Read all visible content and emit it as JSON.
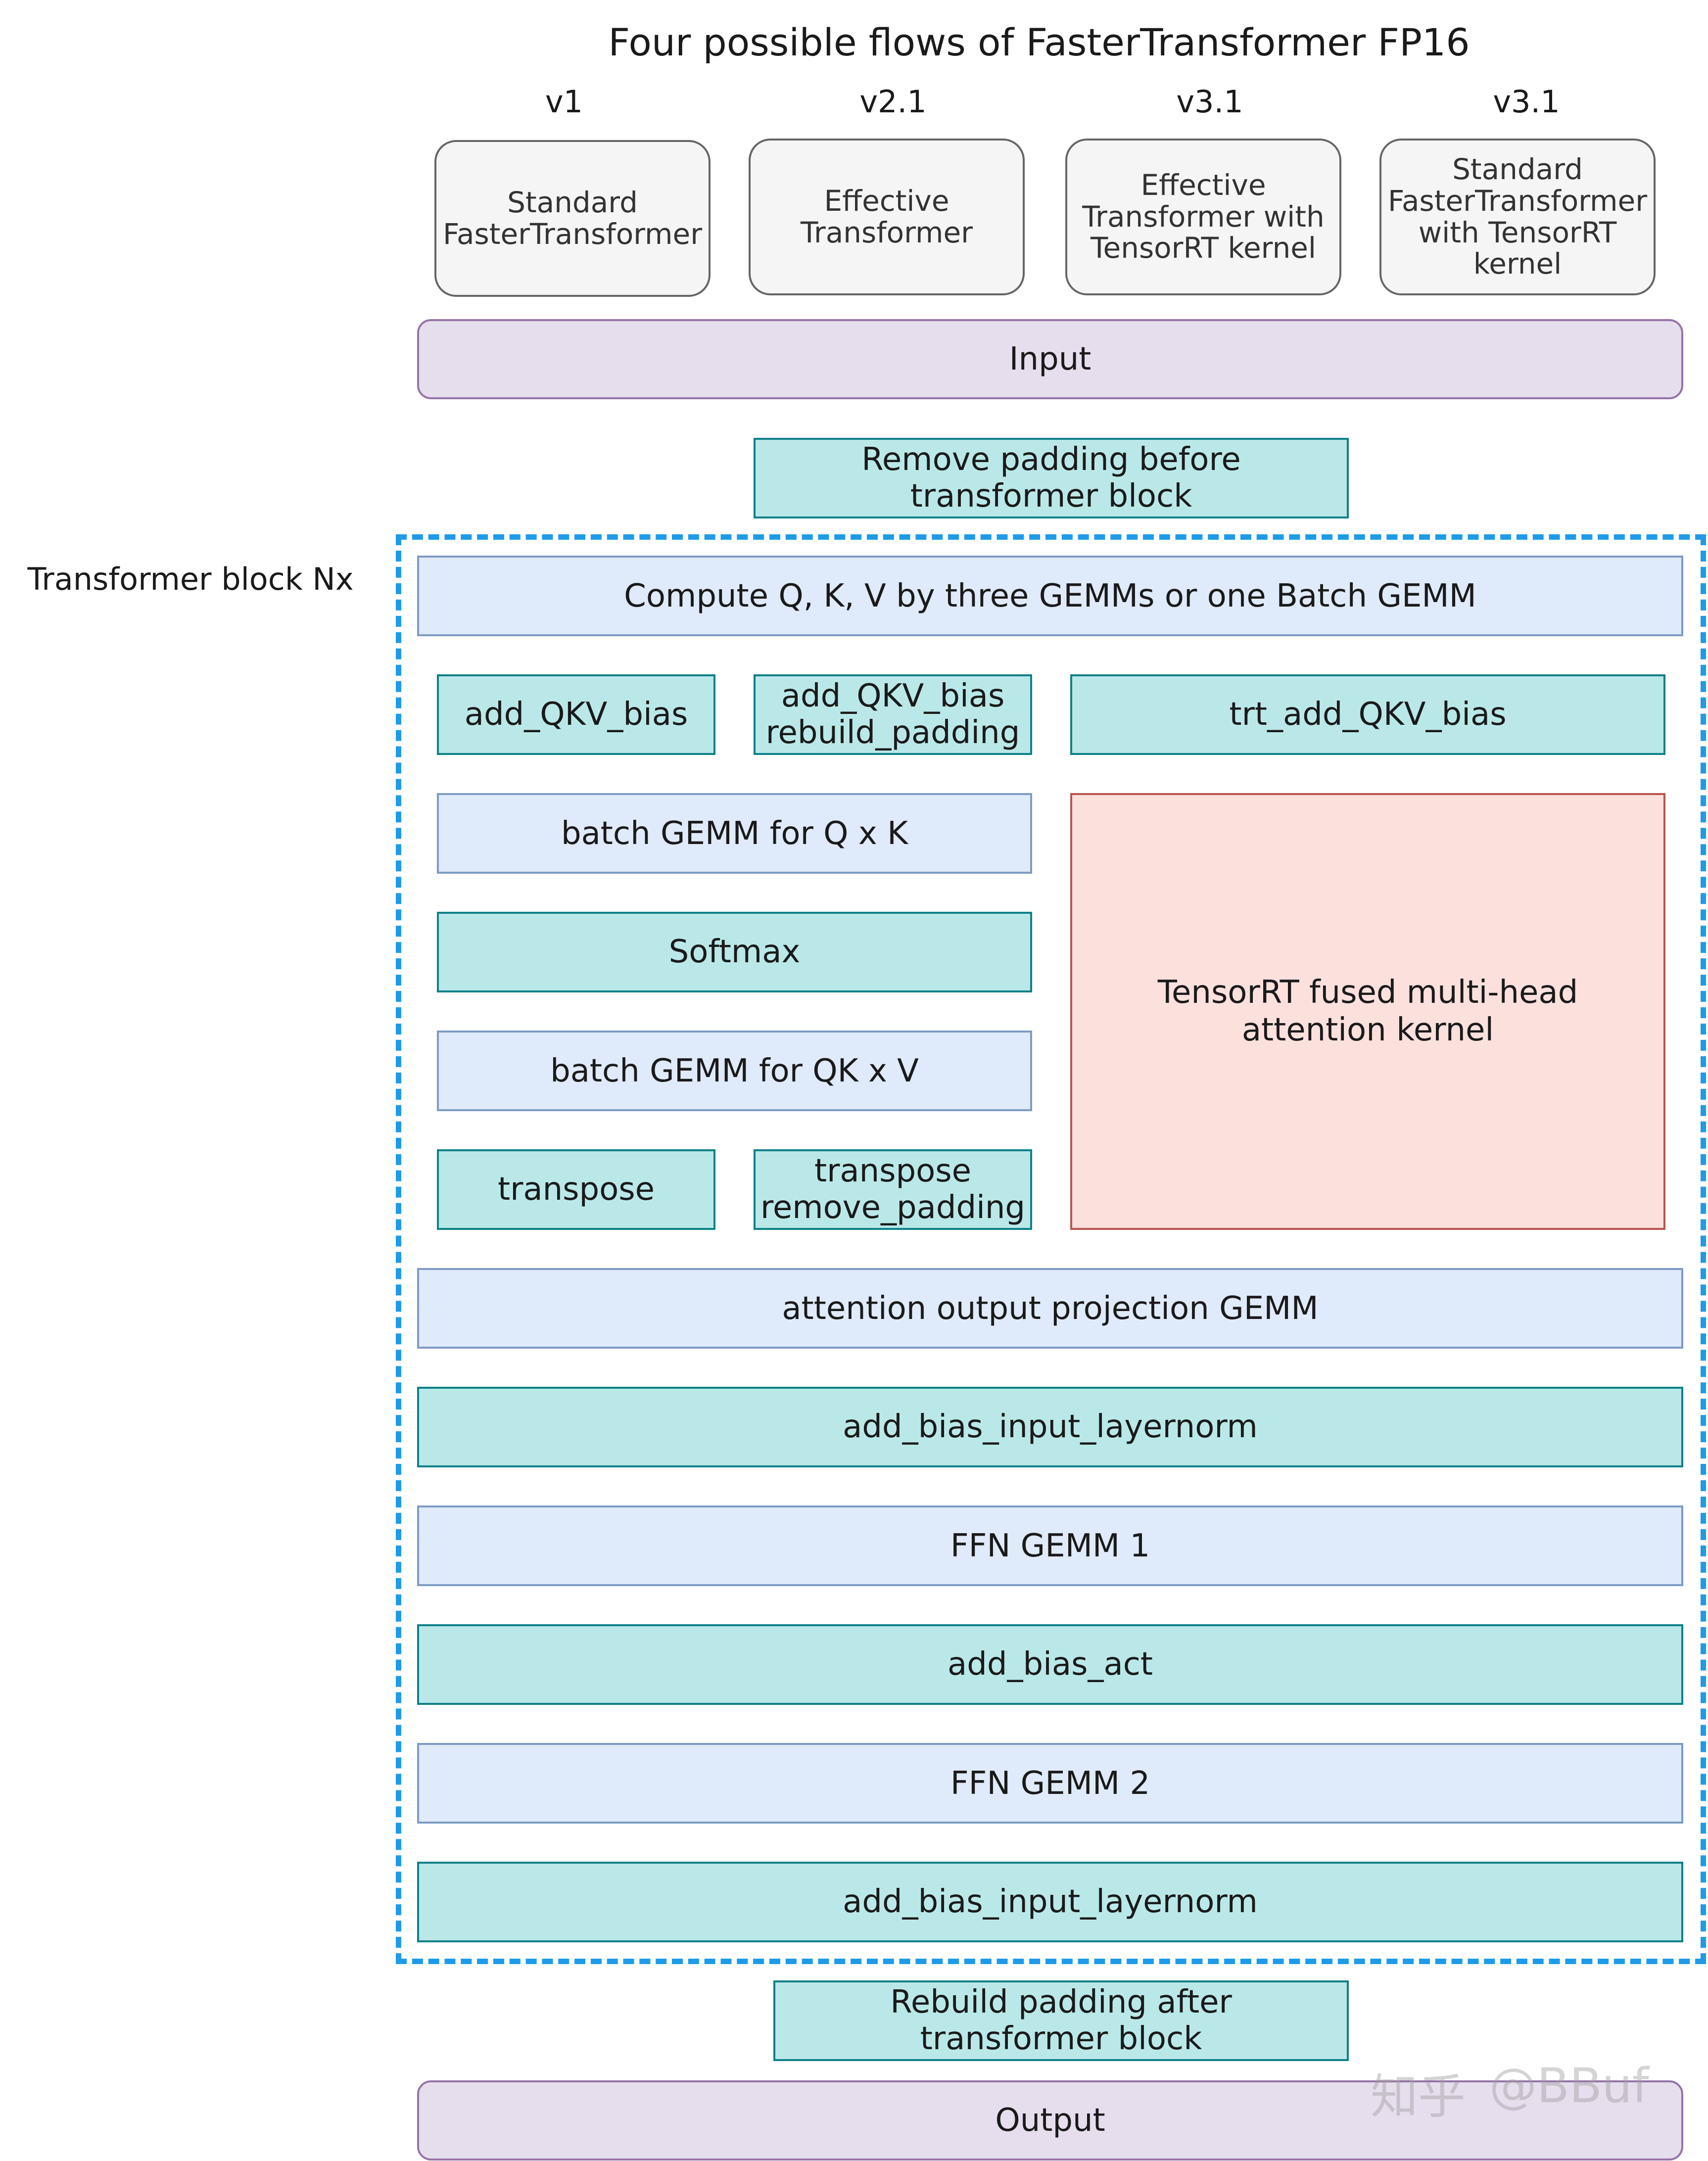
{
  "title": "Four possible flows of FasterTransformer FP16",
  "flows": [
    {
      "version": "v1",
      "lines": [
        "Standard",
        "FasterTransformer"
      ]
    },
    {
      "version": "v2.1",
      "lines": [
        "Effective",
        "Transformer"
      ]
    },
    {
      "version": "v3.1",
      "lines": [
        "Effective",
        "Transformer with",
        "TensorRT kernel"
      ]
    },
    {
      "version": "v3.1",
      "lines": [
        "Standard",
        "FasterTransformer",
        "with TensorRT",
        "kernel"
      ]
    }
  ],
  "input": "Input",
  "remove_padding": [
    "Remove padding before",
    "transformer block"
  ],
  "block_label": "Transformer block Nx",
  "compute_qkv": "Compute Q, K, V by three GEMMs or one Batch GEMM",
  "add_qkv_bias": "add_QKV_bias",
  "add_qkv_bias_rebuild": [
    "add_QKV_bias",
    "rebuild_padding"
  ],
  "trt_add_qkv_bias": "trt_add_QKV_bias",
  "batch_gemm_qk": "batch GEMM for Q x K",
  "softmax": "Softmax",
  "batch_gemm_qkv": "batch GEMM for QK x V",
  "transpose": "transpose",
  "transpose_remove": [
    "transpose",
    "remove_padding"
  ],
  "trt_fused": [
    "TensorRT fused multi-head",
    "attention kernel"
  ],
  "attn_out": "attention output projection GEMM",
  "layernorm1": "add_bias_input_layernorm",
  "ffn1": "FFN GEMM 1",
  "bias_act": "add_bias_act",
  "ffn2": "FFN GEMM 2",
  "layernorm2": "add_bias_input_layernorm",
  "rebuild_padding": [
    "Rebuild padding after",
    "transformer block"
  ],
  "output": "Output",
  "watermark_cn": "知乎",
  "watermark": "@BBuf"
}
